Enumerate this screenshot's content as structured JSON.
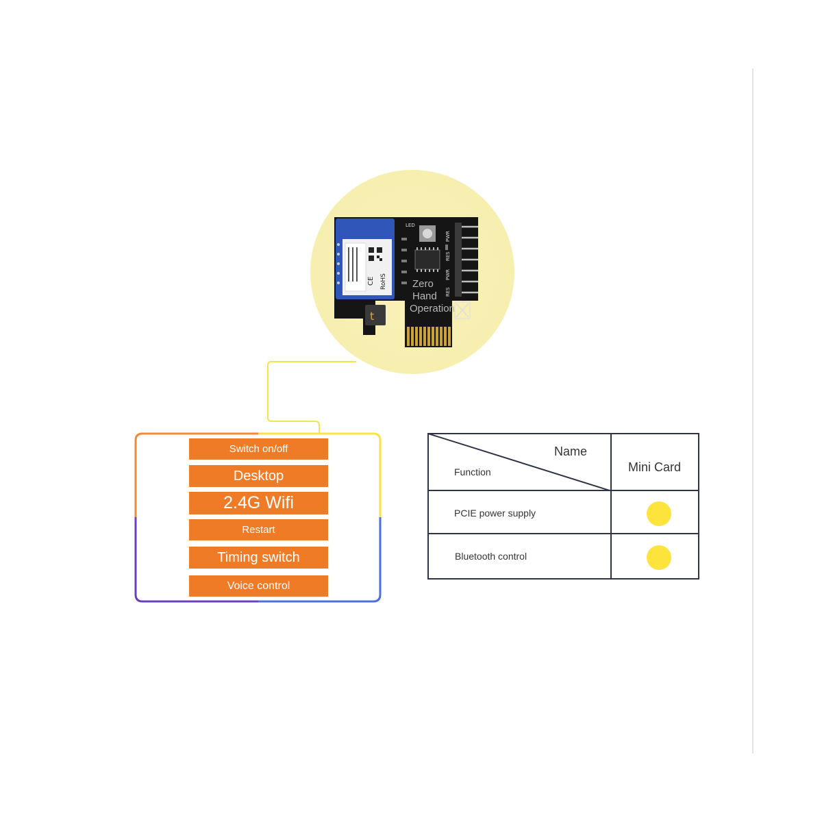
{
  "colors": {
    "accent_orange": "#f07b26",
    "dot_yellow": "#fce43c",
    "circle_yellow": "#f8f0b4",
    "frame_orange": "#f08a3a",
    "frame_yellow": "#f7e34a",
    "frame_purple": "#6b3fc0",
    "frame_blue": "#4a6fe0",
    "table_border": "#2e3446"
  },
  "product": {
    "overlay_lines": [
      "Zero",
      "Hand",
      "Operation"
    ]
  },
  "functions": {
    "items": [
      {
        "label": "Switch on/off"
      },
      {
        "label": "Desktop"
      },
      {
        "label": "2.4G Wifi"
      },
      {
        "label": "Restart"
      },
      {
        "label": "Timing switch"
      },
      {
        "label": "Voice control"
      }
    ]
  },
  "table": {
    "header_name": "Name",
    "header_function": "Function",
    "column": "Mini Card",
    "rows": [
      {
        "function": "PCIE power supply",
        "supported": true
      },
      {
        "function": "Bluetooth control",
        "supported": true
      }
    ]
  }
}
